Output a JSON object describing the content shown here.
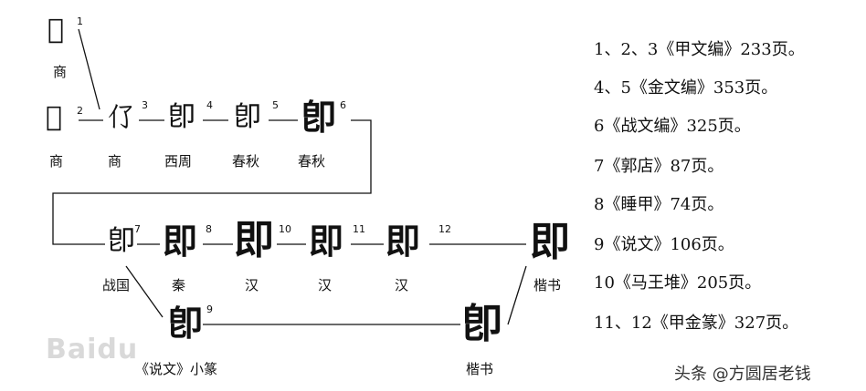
{
  "nodes": [
    {
      "id": "n1",
      "glyph": "𠮦",
      "number": "1",
      "label": "商"
    },
    {
      "id": "n2",
      "glyph": "𠮦",
      "number": "2",
      "label": "商"
    },
    {
      "id": "n3",
      "glyph": "𠆨",
      "number": "3",
      "label": "商"
    },
    {
      "id": "n4",
      "glyph": "卽",
      "number": "4",
      "label": "西周"
    },
    {
      "id": "n5",
      "glyph": "卽",
      "number": "5",
      "label": "春秋"
    },
    {
      "id": "n6",
      "glyph": "卽",
      "number": "6",
      "label": "春秋"
    },
    {
      "id": "n7",
      "glyph": "卽",
      "number": "7",
      "label": "战国"
    },
    {
      "id": "n8",
      "glyph": "即",
      "number": "8",
      "label": "秦"
    },
    {
      "id": "n10",
      "glyph": "即",
      "number": "10",
      "label": "汉"
    },
    {
      "id": "n11",
      "glyph": "即",
      "number": "11",
      "label": "汉"
    },
    {
      "id": "n12",
      "glyph": "即",
      "number": "12",
      "label": "汉"
    },
    {
      "id": "n13",
      "glyph": "即",
      "number": "",
      "label": "楷书"
    },
    {
      "id": "n9",
      "glyph": "卽",
      "number": "9",
      "label": "《说文》小篆"
    },
    {
      "id": "n14",
      "glyph": "卽",
      "number": "",
      "label": "楷书"
    }
  ],
  "sources": [
    "1、2、3《甲文编》233页。",
    "4、5《金文编》353页。",
    "6《战文编》325页。",
    "7《郭店》87页。",
    "8《睡甲》74页。",
    "9《说文》106页。",
    "10《马王堆》205页。",
    "11、12《甲金篆》327页。"
  ],
  "watermark": "Baidu",
  "credit": "头条 @方圆居老钱"
}
